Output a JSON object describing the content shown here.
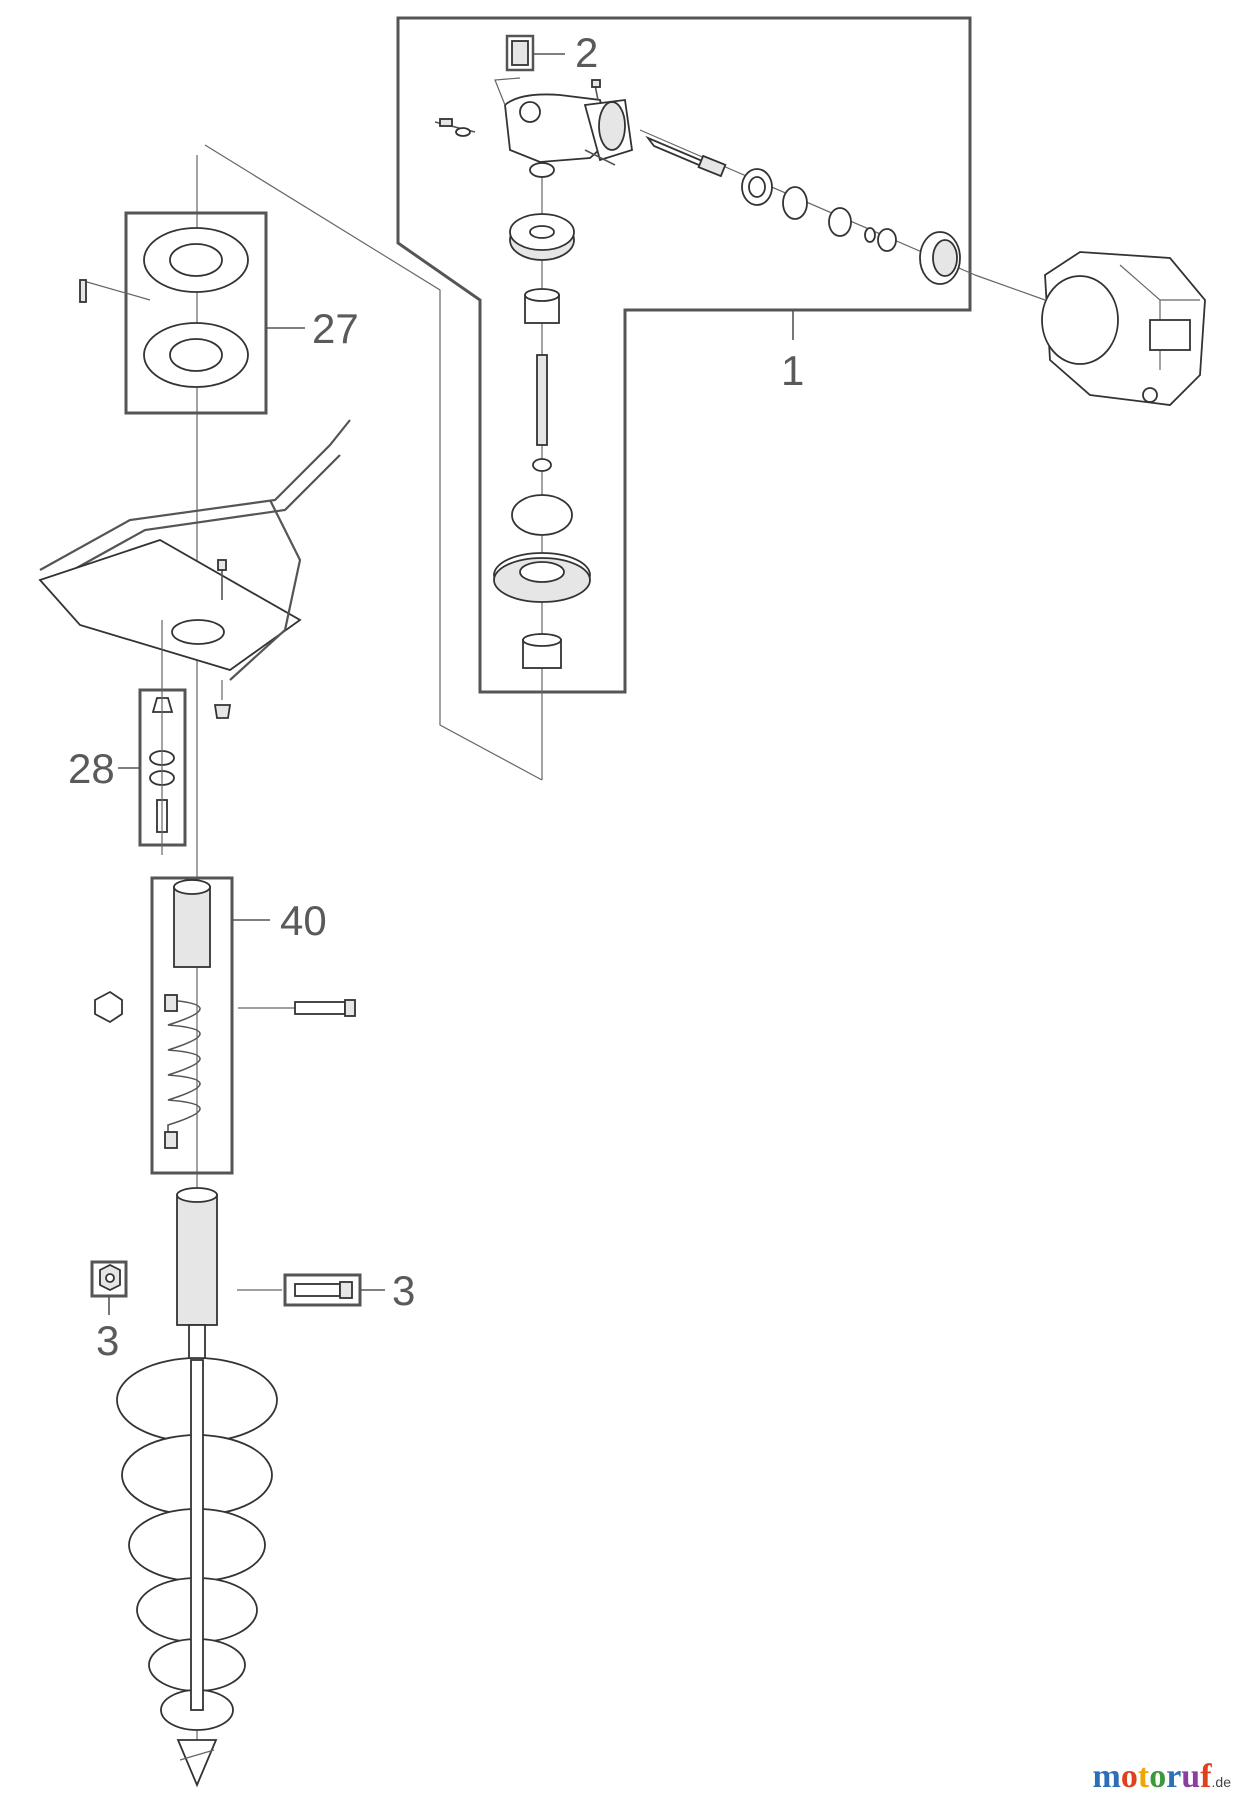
{
  "callouts": {
    "gearbox_assembly": "1",
    "gearbox_fill_plug": "2",
    "flange_gaskets": "27",
    "handle_fasteners": "28",
    "auger_coupling": "40",
    "auger_bolt": "3",
    "auger_nut": "3"
  },
  "watermark": {
    "letters": [
      "m",
      "o",
      "t",
      "o",
      "r",
      "u",
      "f"
    ],
    "tld": ".de"
  }
}
